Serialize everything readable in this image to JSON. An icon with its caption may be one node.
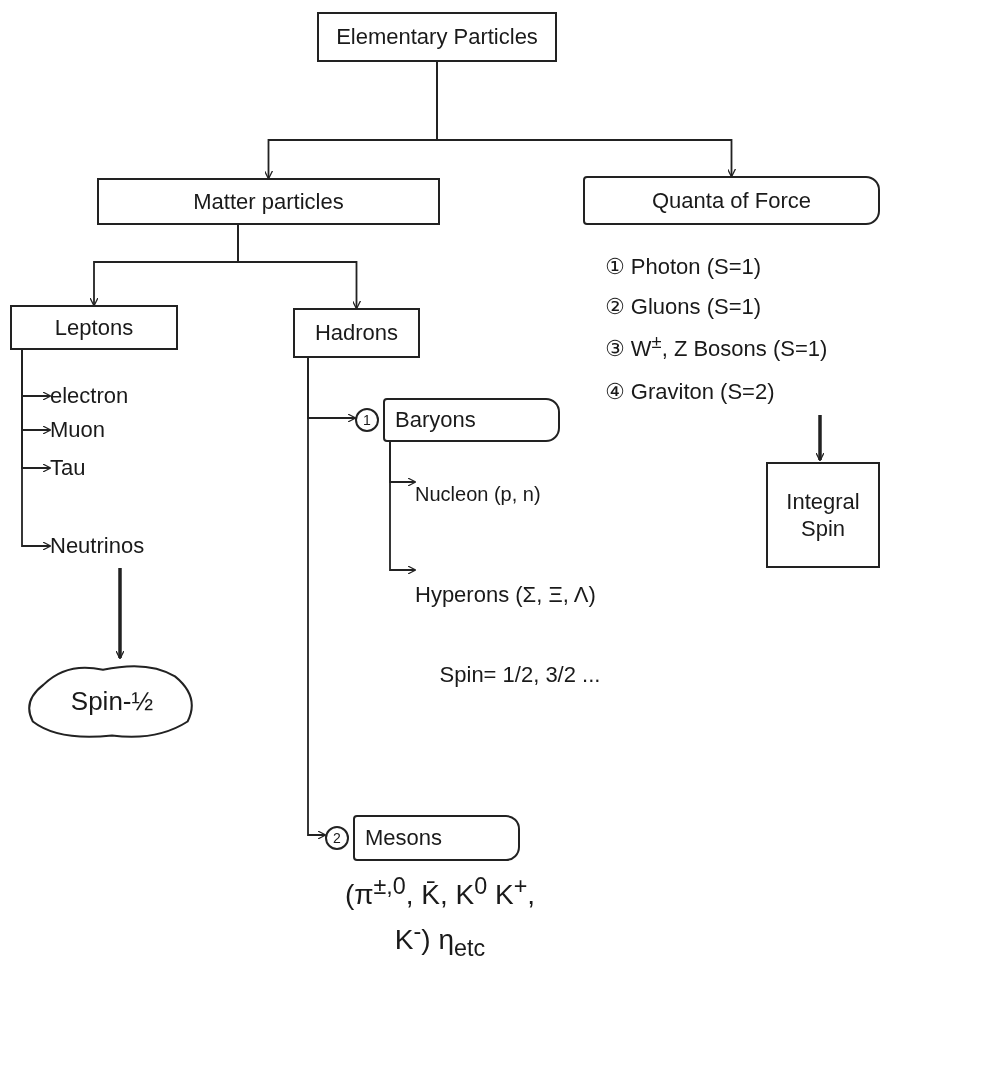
{
  "diagram": {
    "nodes": [
      {
        "text": [
          "Elementary Particles"
        ]
      },
      {
        "text": [
          "Matter particles"
        ]
      },
      {
        "text": [
          "Quanta of Force"
        ]
      },
      {
        "text": [
          "Leptons"
        ]
      },
      {
        "text": [
          "Hadrons"
        ]
      },
      {
        "text": [
          "① Photon (S=1)"
        ]
      },
      {
        "text": [
          "② Gluons (S=1)"
        ]
      },
      {
        "text": [
          "③ W$^{±}$, Z Bosons (S=1)"
        ]
      },
      {
        "text": [
          "④ Graviton (S=2)"
        ]
      },
      {
        "text": [
          "electron"
        ]
      },
      {
        "text": [
          "Muon"
        ]
      },
      {
        "text": [
          "Baryons"
        ],
        "beside": [
          "1"
        ]
      },
      {
        "text": [
          "Tau"
        ]
      },
      {
        "text": [
          "Nucleon (p, n)"
        ]
      },
      {
        "text": [
          "Neutrinos"
        ]
      },
      {
        "text": [
          "Hyperons (Σ, Ξ, Λ)"
        ]
      },
      {
        "text": [
          "Integral Spin"
        ]
      },
      {
        "text": [
          "Spin-½"
        ]
      },
      {
        "text": [
          "Mesons"
        ],
        "beside": [
          "2"
        ]
      }
    ],
    "edges": [
      {
        "from": 0,
        "to": 1,
        "arrow": "to"
      },
      {
        "from": 0,
        "to": 2,
        "arrow": "to"
      },
      {
        "from": 1,
        "to": 3,
        "arrow": "to"
      },
      {
        "from": 1,
        "to": 4,
        "arrow": "to"
      },
      {
        "from": 3,
        "to": 9,
        "arrow": "to"
      },
      {
        "from": 3,
        "to": 10,
        "arrow": "to"
      },
      {
        "from": 3,
        "to": 12,
        "arrow": "to"
      },
      {
        "from": 3,
        "to": 14,
        "arrow": "to"
      },
      {
        "from": 4,
        "to": 11,
        "arrow": "to"
      },
      {
        "from": 4,
        "to": 18,
        "arrow": "to"
      },
      {
        "from": 11,
        "to": 13,
        "arrow": "to"
      },
      {
        "from": 11,
        "to": 15,
        "arrow": "to"
      },
      {
        "from": 14,
        "to": 17,
        "arrow": "to",
        "style": "thick"
      },
      {
        "from": 8,
        "to": 16,
        "arrow": "to",
        "style": "thick"
      }
    ],
    "labels": [
      "Spin= 1/2, 3/2 ...",
      "(π$^{±,0}$, K̄, K$^{0}$ K$^{+}$, K$^{-}$) η$_{etc}$"
    ]
  }
}
